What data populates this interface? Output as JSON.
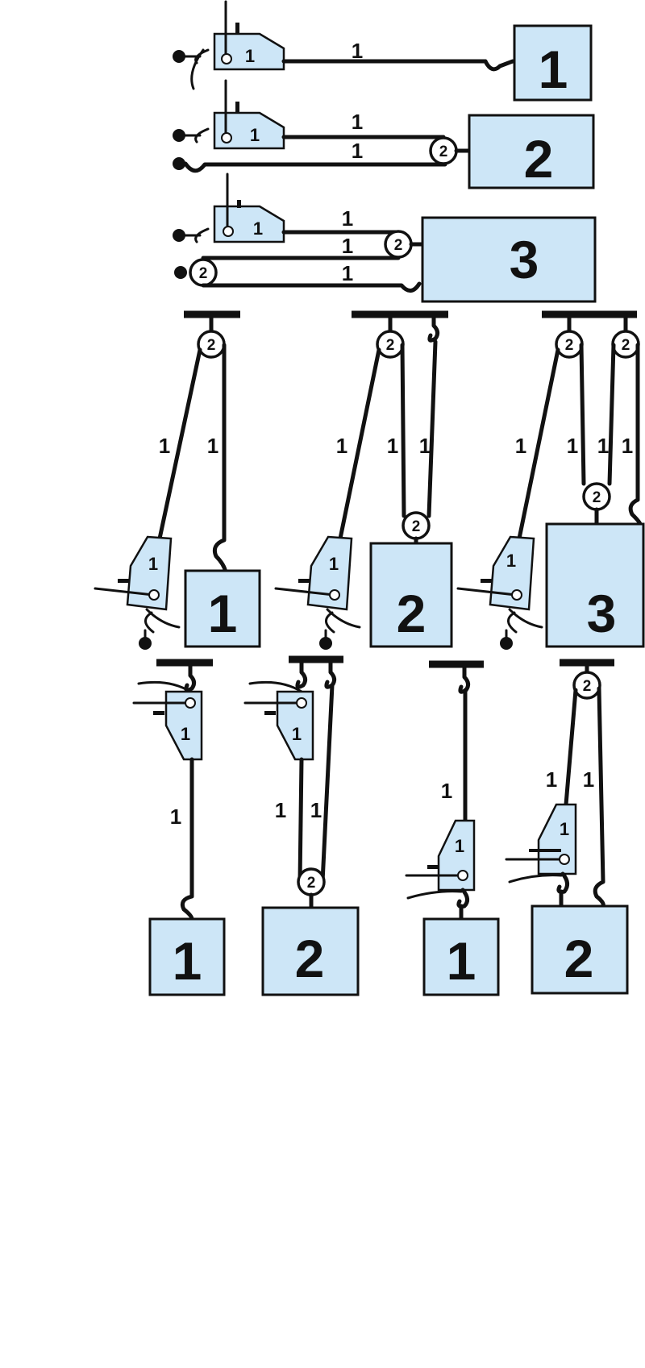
{
  "colors": {
    "block_fill": "#cde6f7",
    "outline": "#111111",
    "background": "#ffffff"
  },
  "labels": {
    "one": "1",
    "two": "2",
    "three": "3"
  }
}
